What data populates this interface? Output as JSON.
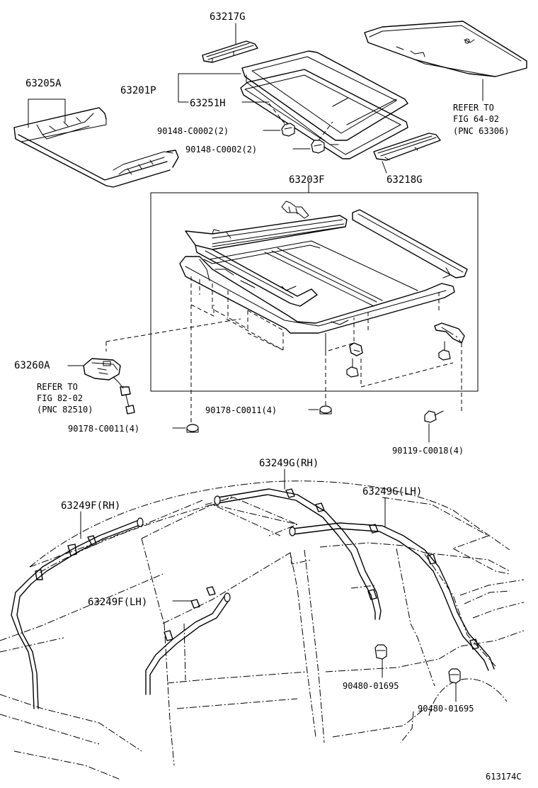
{
  "labels": {
    "p63217G": "63217G",
    "p63205A": "63205A",
    "p63201P": "63201P",
    "p63251H": "63251H",
    "p90148a": "90148-C0002(2)",
    "p90148b": "90148-C0002(2)",
    "refer_glass_1": "REFER TO",
    "refer_glass_2": "FIG 64-02",
    "refer_glass_3": "(PNC 63306)",
    "p63218G": "63218G",
    "p63203F": "63203F",
    "p63260A": "63260A",
    "refer_motor_1": "REFER TO",
    "refer_motor_2": "FIG 82-02",
    "refer_motor_3": "(PNC 82510)",
    "p90178a": "90178-C0011(4)",
    "p90178b": "90178-C0011(4)",
    "p90119": "90119-C0018(4)",
    "p63249G_RH": "63249G(RH)",
    "p63249G_LH": "63249G(LH)",
    "p63249F_RH": "63249F(RH)",
    "p63249F_LH": "63249F(LH)",
    "p90480a": "90480-01695",
    "p90480b": "90480-01695",
    "figure_code": "613174C"
  }
}
